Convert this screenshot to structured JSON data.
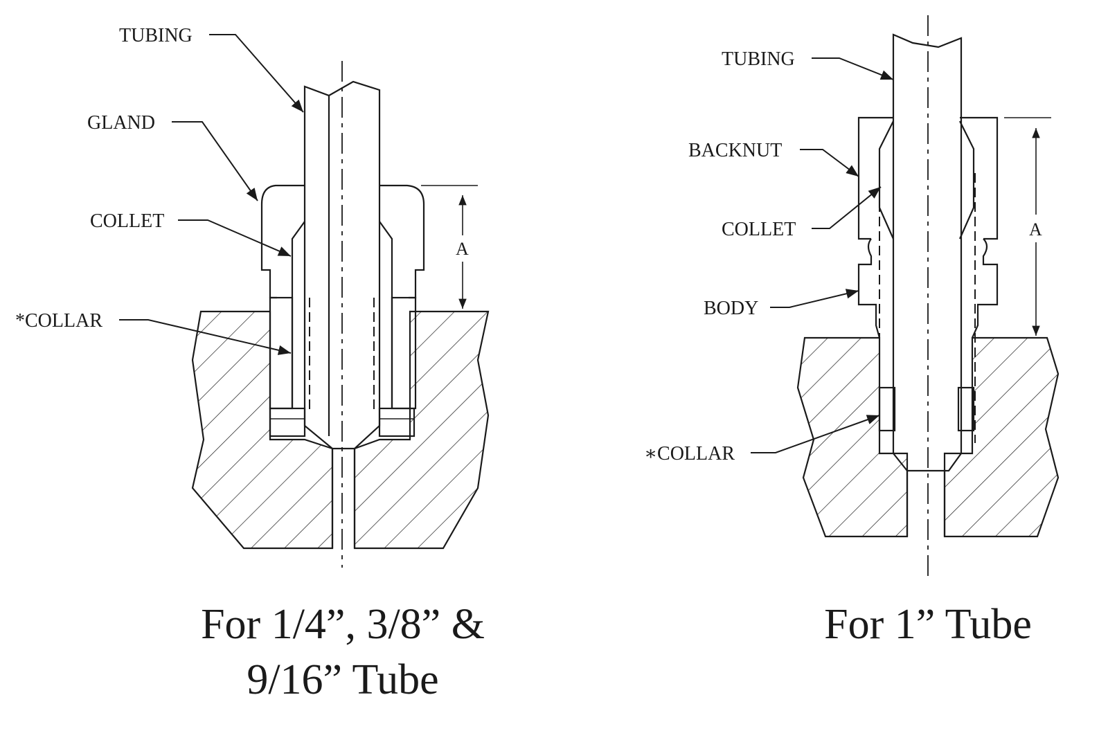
{
  "left_figure": {
    "labels": {
      "tubing": "TUBING",
      "gland": "GLAND",
      "collet": "COLLET",
      "collar": "*COLLAR"
    },
    "dimension": "A",
    "caption_line1": "For 1/4”, 3/8” &",
    "caption_line2": "9/16” Tube"
  },
  "right_figure": {
    "labels": {
      "tubing": "TUBING",
      "backnut": "BACKNUT",
      "collet": "COLLET",
      "body": "BODY",
      "collar": "∗COLLAR"
    },
    "dimension": "A",
    "caption": "For 1” Tube"
  }
}
